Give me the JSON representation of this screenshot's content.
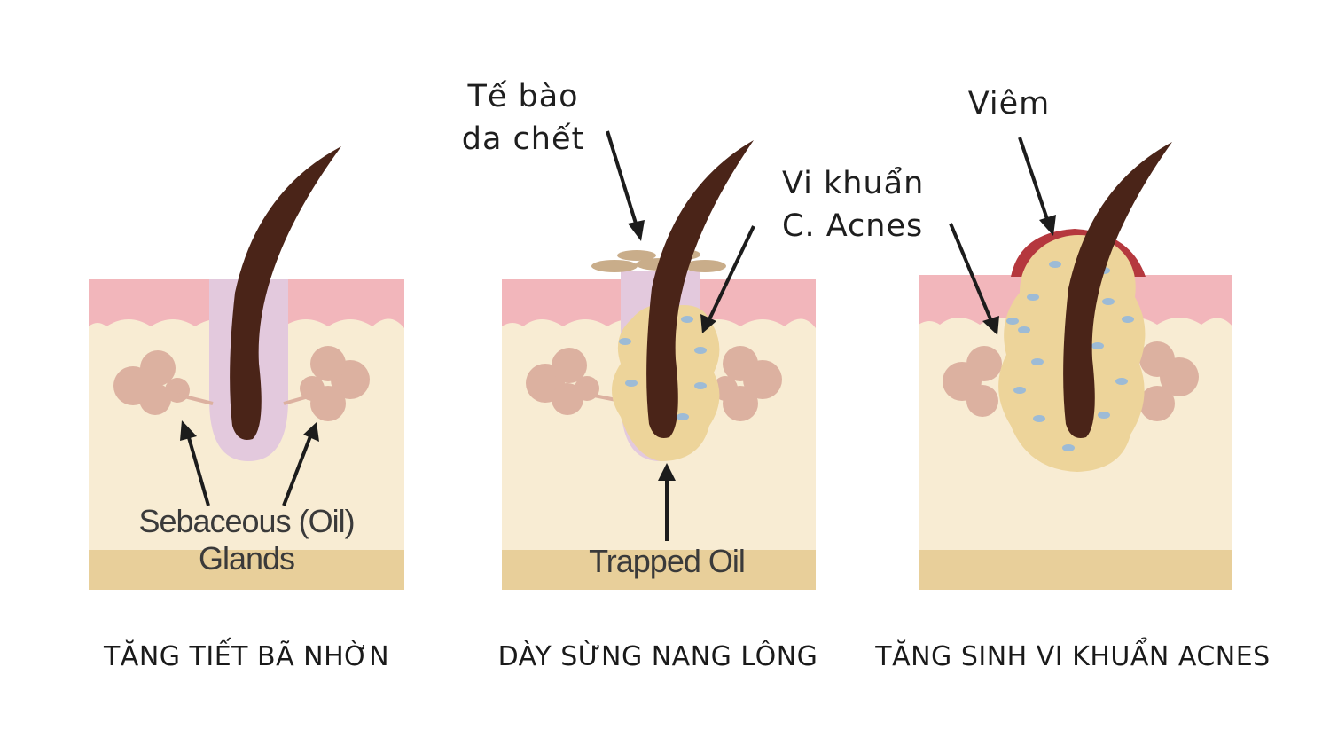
{
  "panels": [
    {
      "caption": "TĂNG TIẾT BÃ NHỜN",
      "labels": [
        "Sebaceous (Oil)",
        "Glands"
      ]
    },
    {
      "caption": "DÀY SỪNG NANG LÔNG",
      "labels": [
        "Trapped Oil"
      ],
      "callouts": {
        "dead_skin": [
          "Tế bào",
          "da chết"
        ],
        "bacteria": [
          "Vi khuẩn",
          "C. Acnes"
        ]
      }
    },
    {
      "caption": "TĂNG SINH VI KHUẨN ACNES",
      "callouts": {
        "inflammation": "Viêm"
      }
    }
  ],
  "colors": {
    "epidermis": "#f2b6bb",
    "dermis": "#f8ecd3",
    "base_layer": "#e8cf9a",
    "hair": "#4a2418",
    "follicle": "#e3c9dd",
    "gland": "#dcb1a0",
    "oil": "#edd49a",
    "bacteria": "#9dbbd6",
    "inflammation": "#b5383e"
  }
}
